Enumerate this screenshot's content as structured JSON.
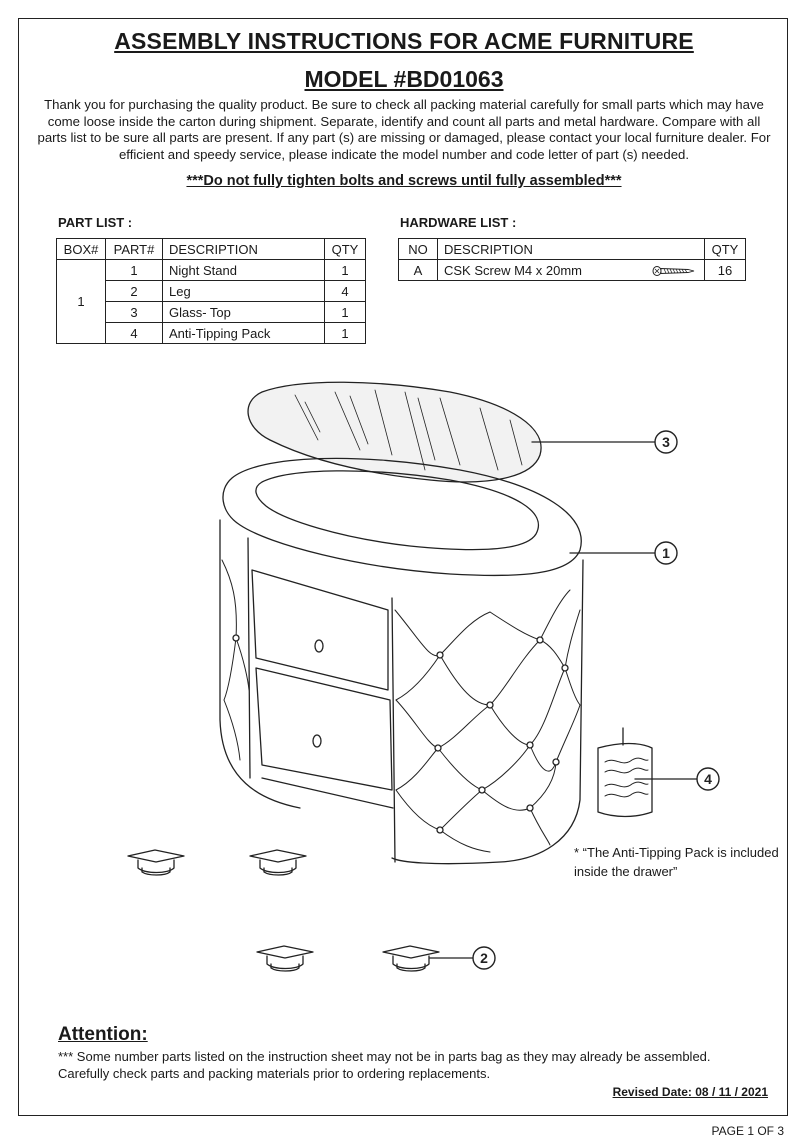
{
  "title": "ASSEMBLY INSTRUCTIONS FOR ACME FURNITURE",
  "model": "MODEL #BD01063",
  "intro": "Thank you for purchasing the quality product. Be sure to check all packing material carefully for small parts which may have come loose inside the carton during shipment. Separate, identify and count all parts and metal hardware. Compare with all parts list to be sure all parts are present. If any part (s) are missing or damaged, please contact your local furniture dealer. For efficient and speedy service, please indicate the model number and code letter of part (s) needed.",
  "warning": "***Do not fully tighten bolts and screws until fully assembled***",
  "part_list": {
    "title": "PART LIST :",
    "headers": [
      "BOX#",
      "PART#",
      "DESCRIPTION",
      "QTY"
    ],
    "box": "1",
    "rows": [
      {
        "part": "1",
        "desc": "Night Stand",
        "qty": "1"
      },
      {
        "part": "2",
        "desc": "Leg",
        "qty": "4"
      },
      {
        "part": "3",
        "desc": "Glass- Top",
        "qty": "1"
      },
      {
        "part": "4",
        "desc": "Anti-Tipping Pack",
        "qty": "1"
      }
    ]
  },
  "hardware_list": {
    "title": "HARDWARE LIST :",
    "headers": [
      "NO",
      "DESCRIPTION",
      "QTY"
    ],
    "rows": [
      {
        "no": "A",
        "desc": "CSK Screw M4 x 20mm",
        "qty": "16"
      }
    ]
  },
  "callouts": [
    "3",
    "1",
    "4",
    "2"
  ],
  "note_line1": "* “The Anti-Tipping Pack is included",
  "note_line2": "inside the drawer”",
  "attention": {
    "title": "Attention:",
    "line1": "*** Some number parts listed on the instruction sheet may not be in parts bag as they may already be assembled.",
    "line2": "Carefully check parts and packing materials prior to ordering replacements."
  },
  "revised": "Revised Date: 08 / 11 / 2021",
  "page": "PAGE 1 OF 3"
}
